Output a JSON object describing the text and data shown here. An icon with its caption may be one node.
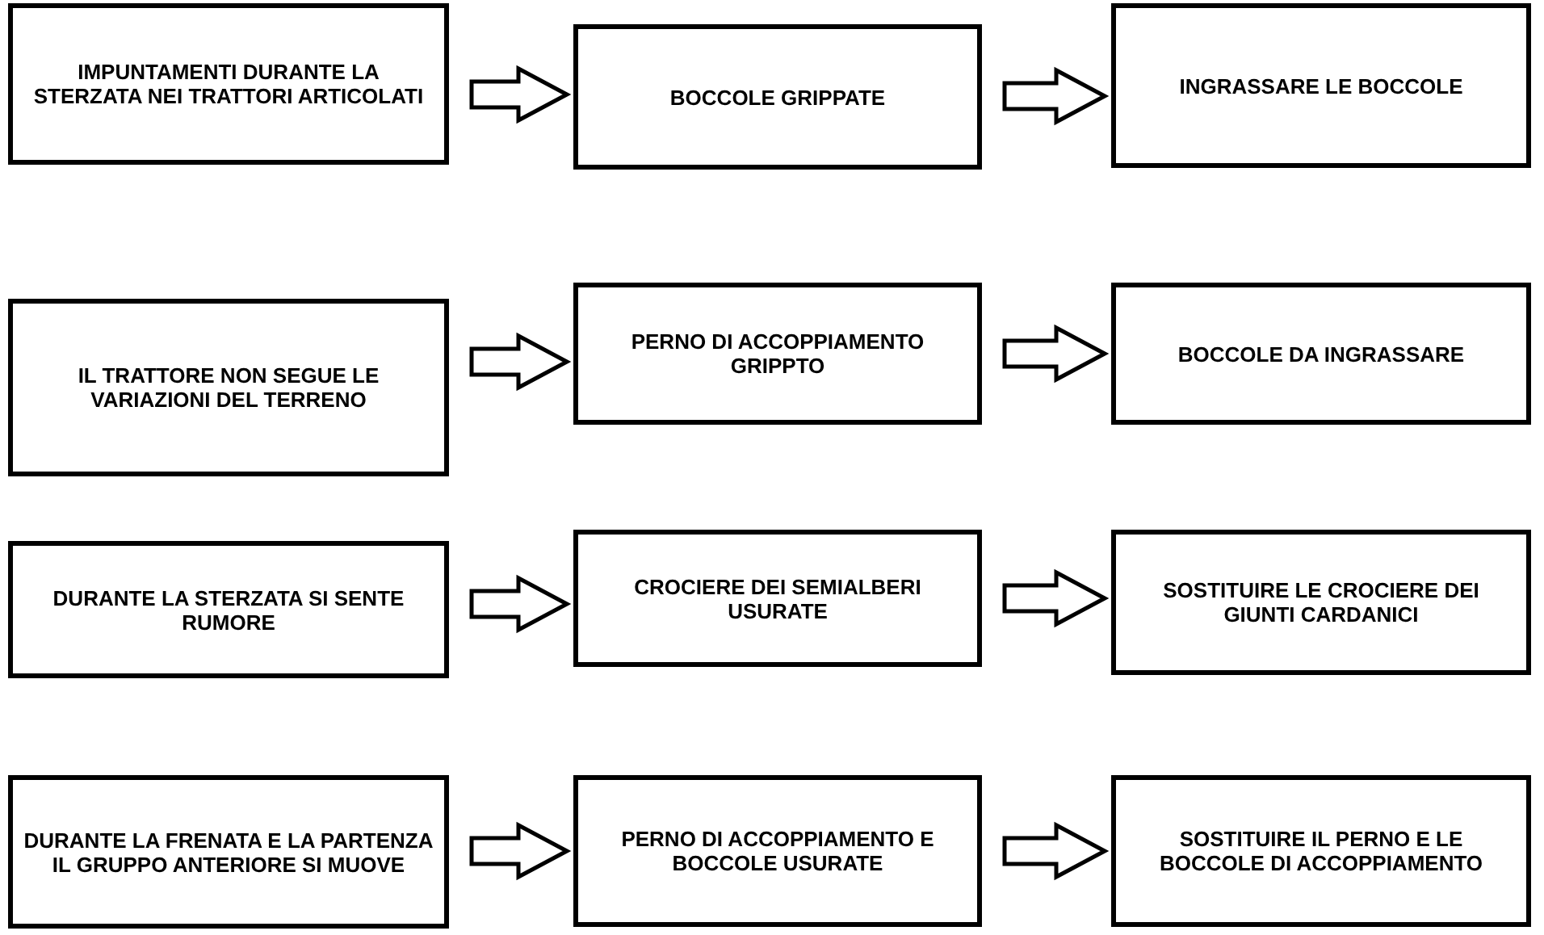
{
  "diagram": {
    "nodes": [
      {
        "text": [
          "IMPUNTAMENTI DURANTE LA STERZATA NEI TRATTORI ARTICOLATI"
        ]
      },
      {
        "text": [
          "BOCCOLE GRIPPATE"
        ]
      },
      {
        "text": [
          "INGRASSARE LE BOCCOLE"
        ]
      },
      {
        "text": [
          "IL TRATTORE NON SEGUE LE VARIAZIONI DEL TERRENO"
        ]
      },
      {
        "text": [
          "PERNO DI ACCOPPIAMENTO GRIPPTO"
        ]
      },
      {
        "text": [
          "BOCCOLE DA INGRASSARE"
        ]
      },
      {
        "text": [
          "DURANTE LA STERZATA SI SENTE RUMORE"
        ]
      },
      {
        "text": [
          "CROCIERE DEI SEMIALBERI USURATE"
        ]
      },
      {
        "text": [
          "SOSTITUIRE LE CROCIERE DEI GIUNTI CARDANICI"
        ]
      },
      {
        "text": [
          "DURANTE LA FRENATA E LA PARTENZA IL GRUPPO ANTERIORE SI MUOVE"
        ]
      },
      {
        "text": [
          "PERNO DI ACCOPPIAMENTO E BOCCOLE USURATE"
        ]
      },
      {
        "text": [
          "SOSTITUIRE IL PERNO E LE BOCCOLE DI ACCOPPIAMENTO"
        ]
      }
    ],
    "edges": [
      {
        "from": 0,
        "to": 1,
        "arrow": "to"
      },
      {
        "from": 1,
        "to": 2,
        "arrow": "to"
      },
      {
        "from": 3,
        "to": 4,
        "arrow": "to"
      },
      {
        "from": 4,
        "to": 5,
        "arrow": "to"
      },
      {
        "from": 6,
        "to": 7,
        "arrow": "to"
      },
      {
        "from": 7,
        "to": 8,
        "arrow": "to"
      },
      {
        "from": 9,
        "to": 10,
        "arrow": "to"
      },
      {
        "from": 10,
        "to": 11,
        "arrow": "to"
      }
    ]
  }
}
